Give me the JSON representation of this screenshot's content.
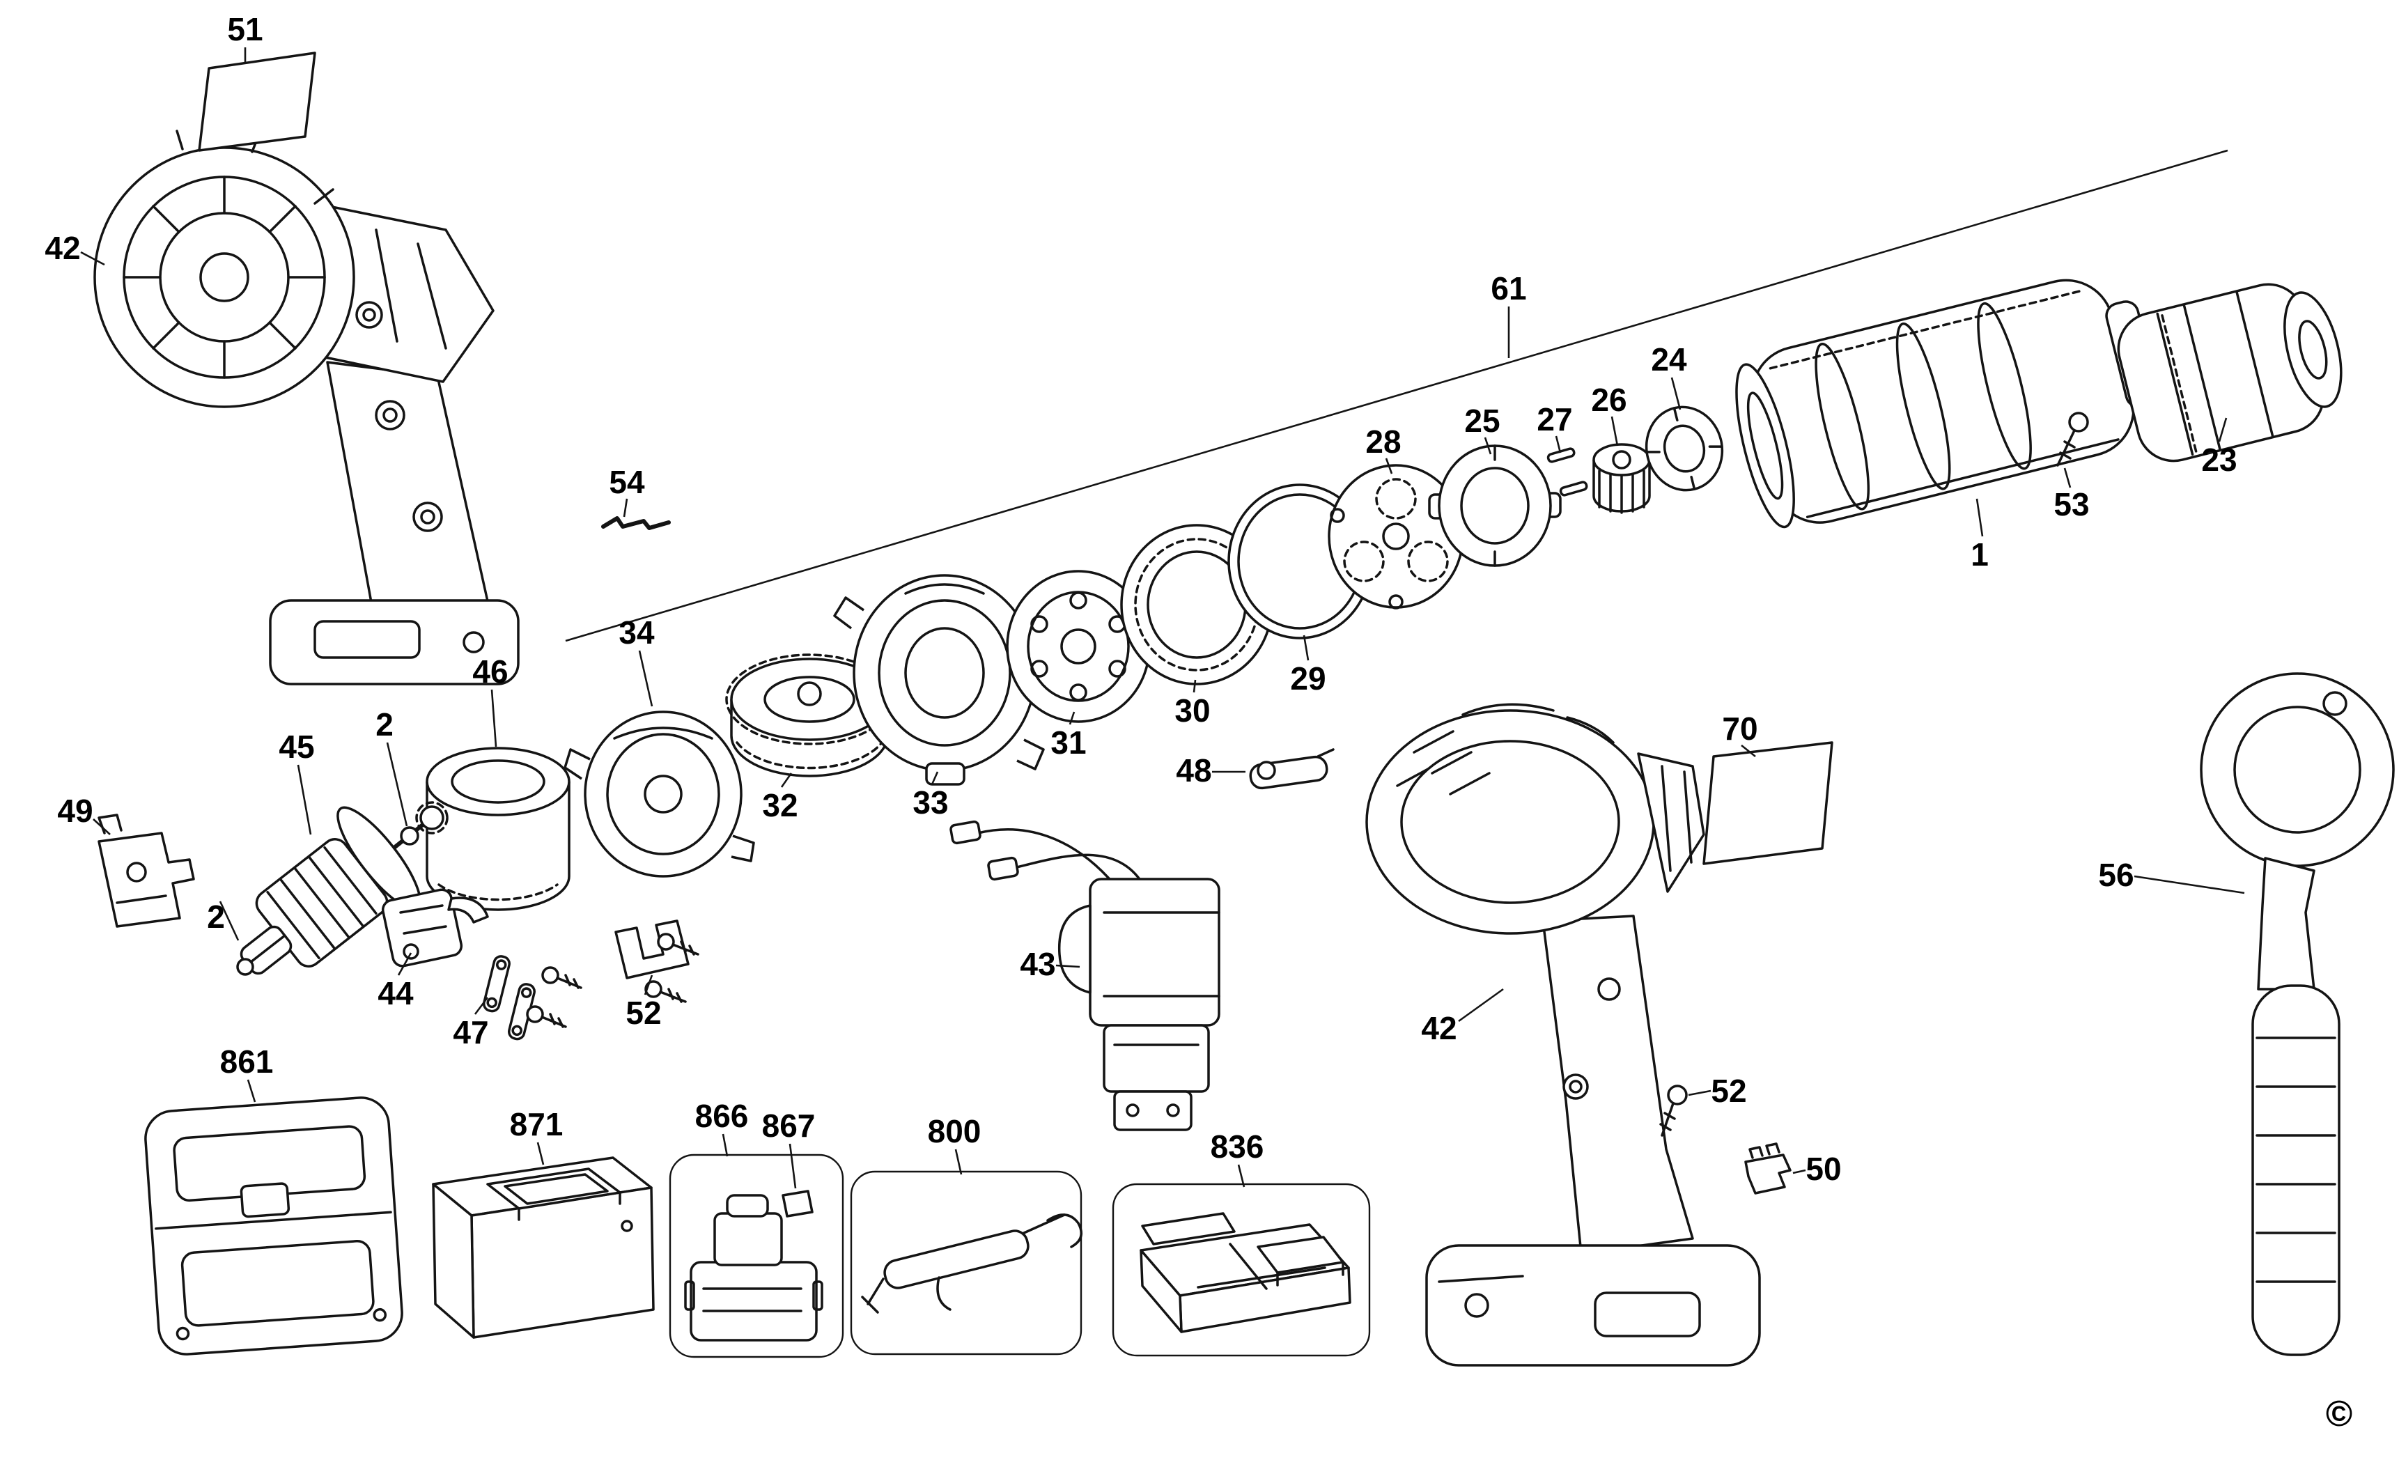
{
  "diagram": {
    "type": "exploded-parts-diagram",
    "ink_color": "#141414",
    "background_color": "#ffffff"
  },
  "copyright": "©",
  "parts": [
    {
      "key": "51",
      "number": "51",
      "label": [
        352,
        42
      ],
      "lead": [
        [
          352,
          68
        ],
        [
          352,
          92
        ]
      ]
    },
    {
      "key": "42-left",
      "number": "42",
      "label": [
        90,
        356
      ],
      "lead": [
        [
          116,
          362
        ],
        [
          150,
          380
        ]
      ]
    },
    {
      "key": "54",
      "number": "54",
      "label": [
        900,
        692
      ],
      "lead": [
        [
          900,
          716
        ],
        [
          896,
          742
        ]
      ]
    },
    {
      "key": "61",
      "number": "61",
      "label": [
        2166,
        414
      ],
      "lead": [
        [
          2166,
          440
        ],
        [
          2166,
          514
        ]
      ]
    },
    {
      "key": "28",
      "number": "28",
      "label": [
        1986,
        634
      ],
      "lead": [
        [
          1990,
          658
        ],
        [
          1998,
          680
        ]
      ]
    },
    {
      "key": "25",
      "number": "25",
      "label": [
        2128,
        604
      ],
      "lead": [
        [
          2132,
          628
        ],
        [
          2140,
          652
        ]
      ]
    },
    {
      "key": "27",
      "number": "27",
      "label": [
        2232,
        602
      ],
      "lead": [
        [
          2234,
          626
        ],
        [
          2240,
          650
        ]
      ]
    },
    {
      "key": "26",
      "number": "26",
      "label": [
        2310,
        574
      ],
      "lead": [
        [
          2314,
          598
        ],
        [
          2322,
          640
        ]
      ]
    },
    {
      "key": "24",
      "number": "24",
      "label": [
        2396,
        516
      ],
      "lead": [
        [
          2400,
          542
        ],
        [
          2412,
          588
        ]
      ]
    },
    {
      "key": "23",
      "number": "23",
      "label": [
        3186,
        660
      ],
      "lead": [
        [
          3186,
          634
        ],
        [
          3196,
          600
        ]
      ]
    },
    {
      "key": "53",
      "number": "53",
      "label": [
        2974,
        724
      ],
      "lead": [
        [
          2972,
          700
        ],
        [
          2964,
          672
        ]
      ]
    },
    {
      "key": "1",
      "number": "1",
      "label": [
        2842,
        796
      ],
      "lead": [
        [
          2846,
          770
        ],
        [
          2838,
          716
        ]
      ]
    },
    {
      "key": "29",
      "number": "29",
      "label": [
        1878,
        974
      ],
      "lead": [
        [
          1878,
          948
        ],
        [
          1872,
          912
        ]
      ]
    },
    {
      "key": "30",
      "number": "30",
      "label": [
        1712,
        1020
      ],
      "lead": [
        [
          1714,
          994
        ],
        [
          1716,
          976
        ]
      ]
    },
    {
      "key": "31",
      "number": "31",
      "label": [
        1534,
        1066
      ],
      "lead": [
        [
          1536,
          1040
        ],
        [
          1542,
          1022
        ]
      ]
    },
    {
      "key": "33",
      "number": "33",
      "label": [
        1336,
        1152
      ],
      "lead": [
        [
          1338,
          1126
        ],
        [
          1346,
          1108
        ]
      ]
    },
    {
      "key": "32",
      "number": "32",
      "label": [
        1120,
        1156
      ],
      "lead": [
        [
          1122,
          1130
        ],
        [
          1136,
          1110
        ]
      ]
    },
    {
      "key": "34",
      "number": "34",
      "label": [
        914,
        908
      ],
      "lead": [
        [
          918,
          934
        ],
        [
          936,
          1014
        ]
      ]
    },
    {
      "key": "46",
      "number": "46",
      "label": [
        704,
        964
      ],
      "lead": [
        [
          706,
          990
        ],
        [
          712,
          1072
        ]
      ]
    },
    {
      "key": "45",
      "number": "45",
      "label": [
        426,
        1072
      ],
      "lead": [
        [
          428,
          1098
        ],
        [
          446,
          1198
        ]
      ]
    },
    {
      "key": "2-a",
      "number": "2",
      "label": [
        552,
        1040
      ],
      "lead": [
        [
          556,
          1066
        ],
        [
          584,
          1186
        ]
      ]
    },
    {
      "key": "49",
      "number": "49",
      "label": [
        108,
        1164
      ],
      "lead": [
        [
          134,
          1176
        ],
        [
          158,
          1198
        ]
      ]
    },
    {
      "key": "2-b",
      "number": "2",
      "label": [
        310,
        1316
      ],
      "lead": [
        [
          316,
          1294
        ],
        [
          342,
          1350
        ]
      ]
    },
    {
      "key": "44",
      "number": "44",
      "label": [
        568,
        1426
      ],
      "lead": [
        [
          572,
          1400
        ],
        [
          590,
          1368
        ]
      ]
    },
    {
      "key": "47",
      "number": "47",
      "label": [
        676,
        1482
      ],
      "lead": [
        [
          682,
          1456
        ],
        [
          700,
          1432
        ]
      ]
    },
    {
      "key": "52-a",
      "number": "52",
      "label": [
        924,
        1454
      ],
      "lead": [
        [
          926,
          1428
        ],
        [
          936,
          1400
        ]
      ]
    },
    {
      "key": "48",
      "number": "48",
      "label": [
        1714,
        1106
      ],
      "lead": [
        [
          1740,
          1108
        ],
        [
          1788,
          1108
        ]
      ]
    },
    {
      "key": "43",
      "number": "43",
      "label": [
        1490,
        1384
      ],
      "lead": [
        [
          1516,
          1386
        ],
        [
          1550,
          1388
        ]
      ]
    },
    {
      "key": "70",
      "number": "70",
      "label": [
        2498,
        1046
      ],
      "lead": [
        [
          2500,
          1070
        ],
        [
          2520,
          1086
        ]
      ]
    },
    {
      "key": "42-right",
      "number": "42",
      "label": [
        2066,
        1476
      ],
      "lead": [
        [
          2094,
          1466
        ],
        [
          2158,
          1420
        ]
      ]
    },
    {
      "key": "52-b",
      "number": "52",
      "label": [
        2482,
        1566
      ],
      "lead": [
        [
          2456,
          1566
        ],
        [
          2424,
          1572
        ]
      ]
    },
    {
      "key": "50",
      "number": "50",
      "label": [
        2618,
        1678
      ],
      "lead": [
        [
          2592,
          1680
        ],
        [
          2574,
          1684
        ]
      ]
    },
    {
      "key": "56",
      "number": "56",
      "label": [
        3038,
        1256
      ],
      "lead": [
        [
          3064,
          1258
        ],
        [
          3222,
          1282
        ]
      ]
    },
    {
      "key": "861",
      "number": "861",
      "label": [
        354,
        1524
      ],
      "lead": [
        [
          356,
          1550
        ],
        [
          366,
          1582
        ]
      ]
    },
    {
      "key": "871",
      "number": "871",
      "label": [
        770,
        1614
      ],
      "lead": [
        [
          772,
          1640
        ],
        [
          780,
          1672
        ]
      ]
    },
    {
      "key": "866",
      "number": "866",
      "label": [
        1036,
        1602
      ],
      "lead": [
        [
          1038,
          1628
        ],
        [
          1044,
          1660
        ]
      ]
    },
    {
      "key": "867",
      "number": "867",
      "label": [
        1132,
        1616
      ],
      "lead": [
        [
          1134,
          1642
        ],
        [
          1142,
          1706
        ]
      ]
    },
    {
      "key": "800",
      "number": "800",
      "label": [
        1370,
        1624
      ],
      "lead": [
        [
          1372,
          1650
        ],
        [
          1380,
          1686
        ]
      ]
    },
    {
      "key": "836",
      "number": "836",
      "label": [
        1776,
        1646
      ],
      "lead": [
        [
          1778,
          1672
        ],
        [
          1786,
          1704
        ]
      ]
    }
  ]
}
